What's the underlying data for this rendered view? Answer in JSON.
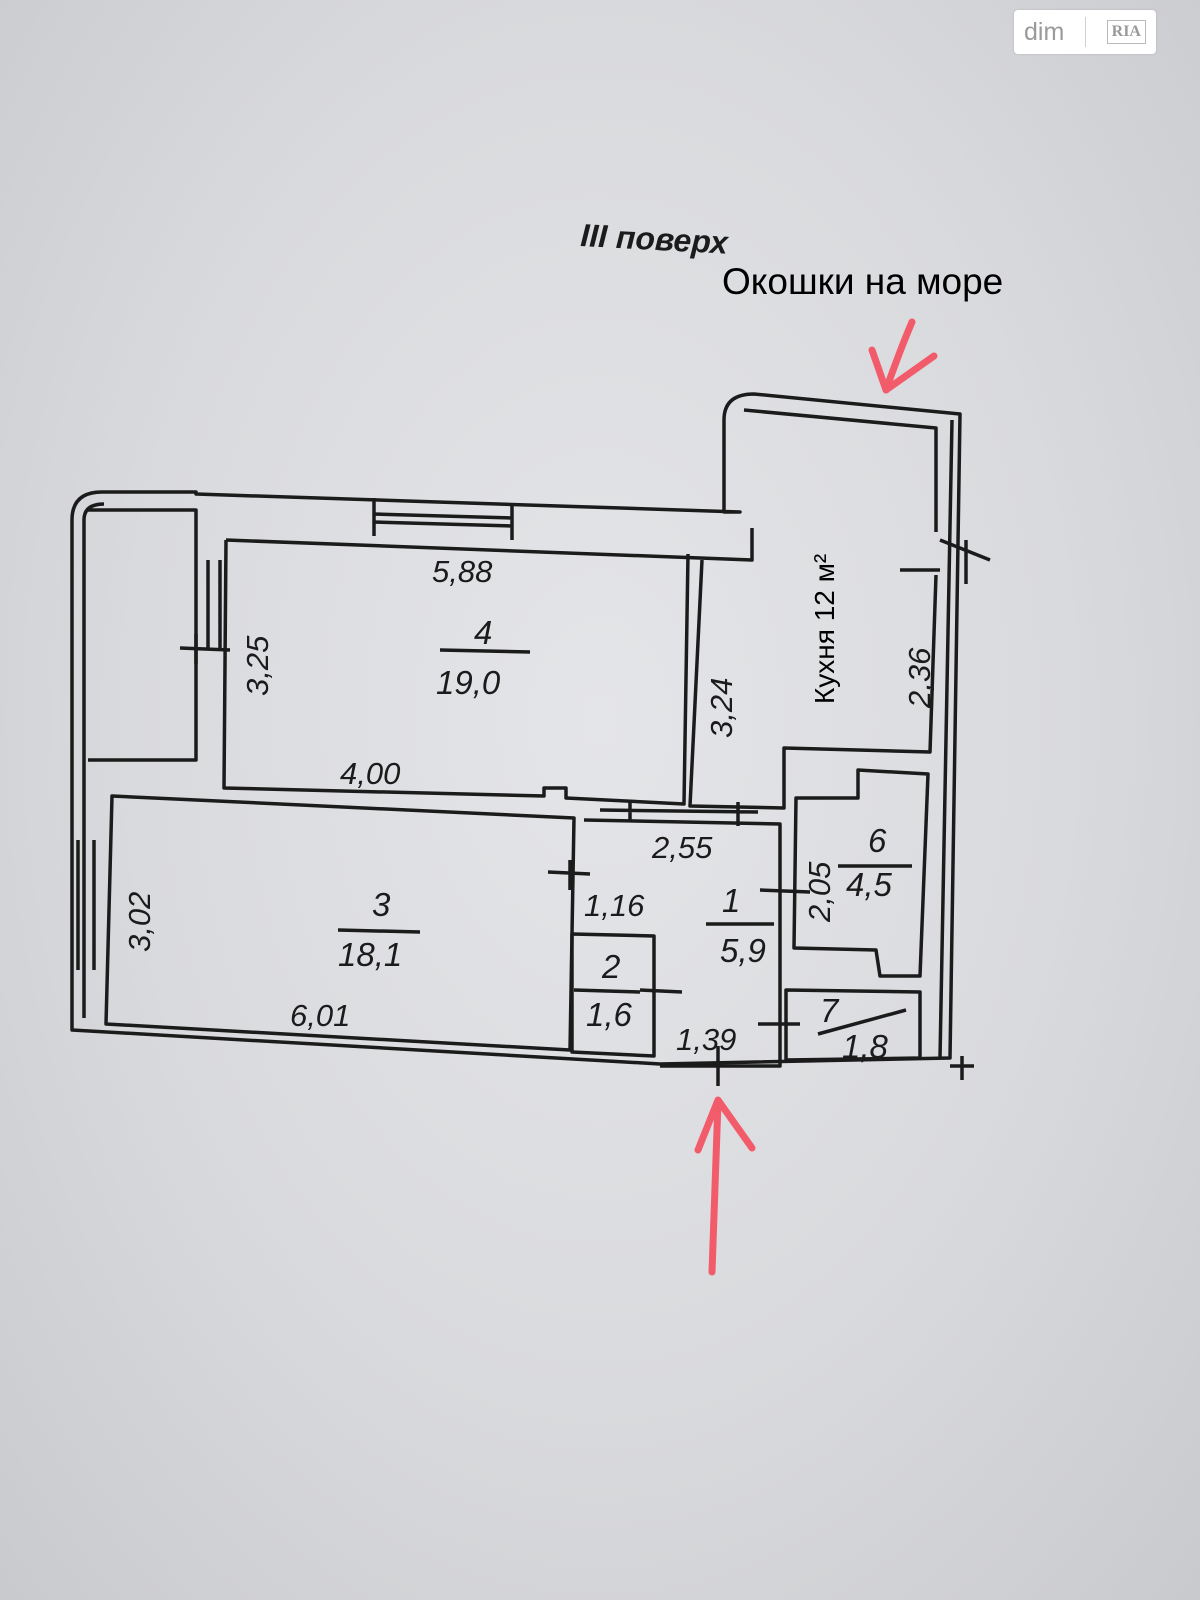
{
  "logo": {
    "brand_left": "dim",
    "brand_right": "RIA"
  },
  "floor_label": "III поверх",
  "window_note": "Окошки на море",
  "kitchen_label": "Кухня 12 м²",
  "rooms": [
    {
      "id": "room-4",
      "number": "4",
      "area": "19,0"
    },
    {
      "id": "room-3",
      "number": "3",
      "area": "18,1"
    },
    {
      "id": "room-1",
      "number": "1",
      "area": "5,9"
    },
    {
      "id": "room-2",
      "number": "2",
      "area": "1,6"
    },
    {
      "id": "room-6",
      "number": "6",
      "area": "4,5"
    },
    {
      "id": "room-7",
      "number": "7",
      "area": "1,8"
    }
  ],
  "dimensions": {
    "d588": "5,88",
    "d325": "3,25",
    "d400": "4,00",
    "d324": "3,24",
    "d236": "2,36",
    "d302": "3,02",
    "d601": "6,01",
    "d255": "2,55",
    "d116": "1,16",
    "d205": "2,05",
    "d139": "1,39"
  },
  "colors": {
    "arrow": "#f25c6a",
    "wall": "#1b1b1b",
    "paper": "#dcdde0"
  }
}
